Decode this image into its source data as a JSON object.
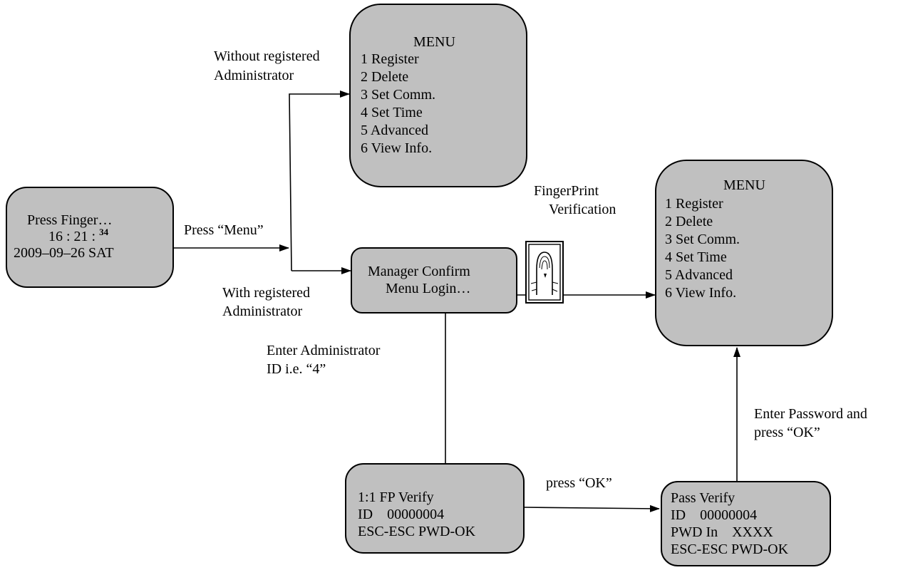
{
  "menu_top": {
    "title": "MENU",
    "items": [
      "1 Register",
      "2 Delete",
      "3 Set Comm.",
      "4 Set Time",
      "5 Advanced",
      "6 View Info."
    ]
  },
  "menu_right": {
    "title": "MENU",
    "items": [
      "1 Register",
      "2 Delete",
      "3 Set Comm.",
      "4 Set Time",
      "5 Advanced",
      "6 View Info."
    ]
  },
  "start_screen": {
    "line1": "Press Finger…",
    "time_main": "16 : 21 : ",
    "time_sec": "34",
    "date": "2009–09–26 SAT"
  },
  "manager_confirm": {
    "line1": "Manager Confirm",
    "line2": "Menu Login…"
  },
  "fp_verify": {
    "line1": "1:1 FP Verify",
    "line2": "ID    00000004",
    "line3": "ESC-ESC PWD-OK"
  },
  "pass_verify": {
    "line1": "Pass Verify",
    "line2": "ID    00000004",
    "line3": "PWD In    XXXX",
    "line4": "ESC-ESC PWD-OK"
  },
  "labels": {
    "without_admin_1": "Without registered",
    "without_admin_2": "Administrator",
    "press_menu": "Press “Menu”",
    "with_admin_1": "With registered",
    "with_admin_2": "Administrator",
    "fp_verification_1": "FingerPrint",
    "fp_verification_2": "Verification",
    "enter_admin_1": "Enter Administrator",
    "enter_admin_2": "ID i.e. “4”",
    "press_ok": "press “OK”",
    "enter_password_1": "Enter Password and",
    "enter_password_2": "press “OK”"
  },
  "colors": {
    "box_fill": "#c0c0c0",
    "stroke": "#000000"
  },
  "icons": {
    "fingerprint_scanner": "fingerprint-scanner-icon"
  }
}
